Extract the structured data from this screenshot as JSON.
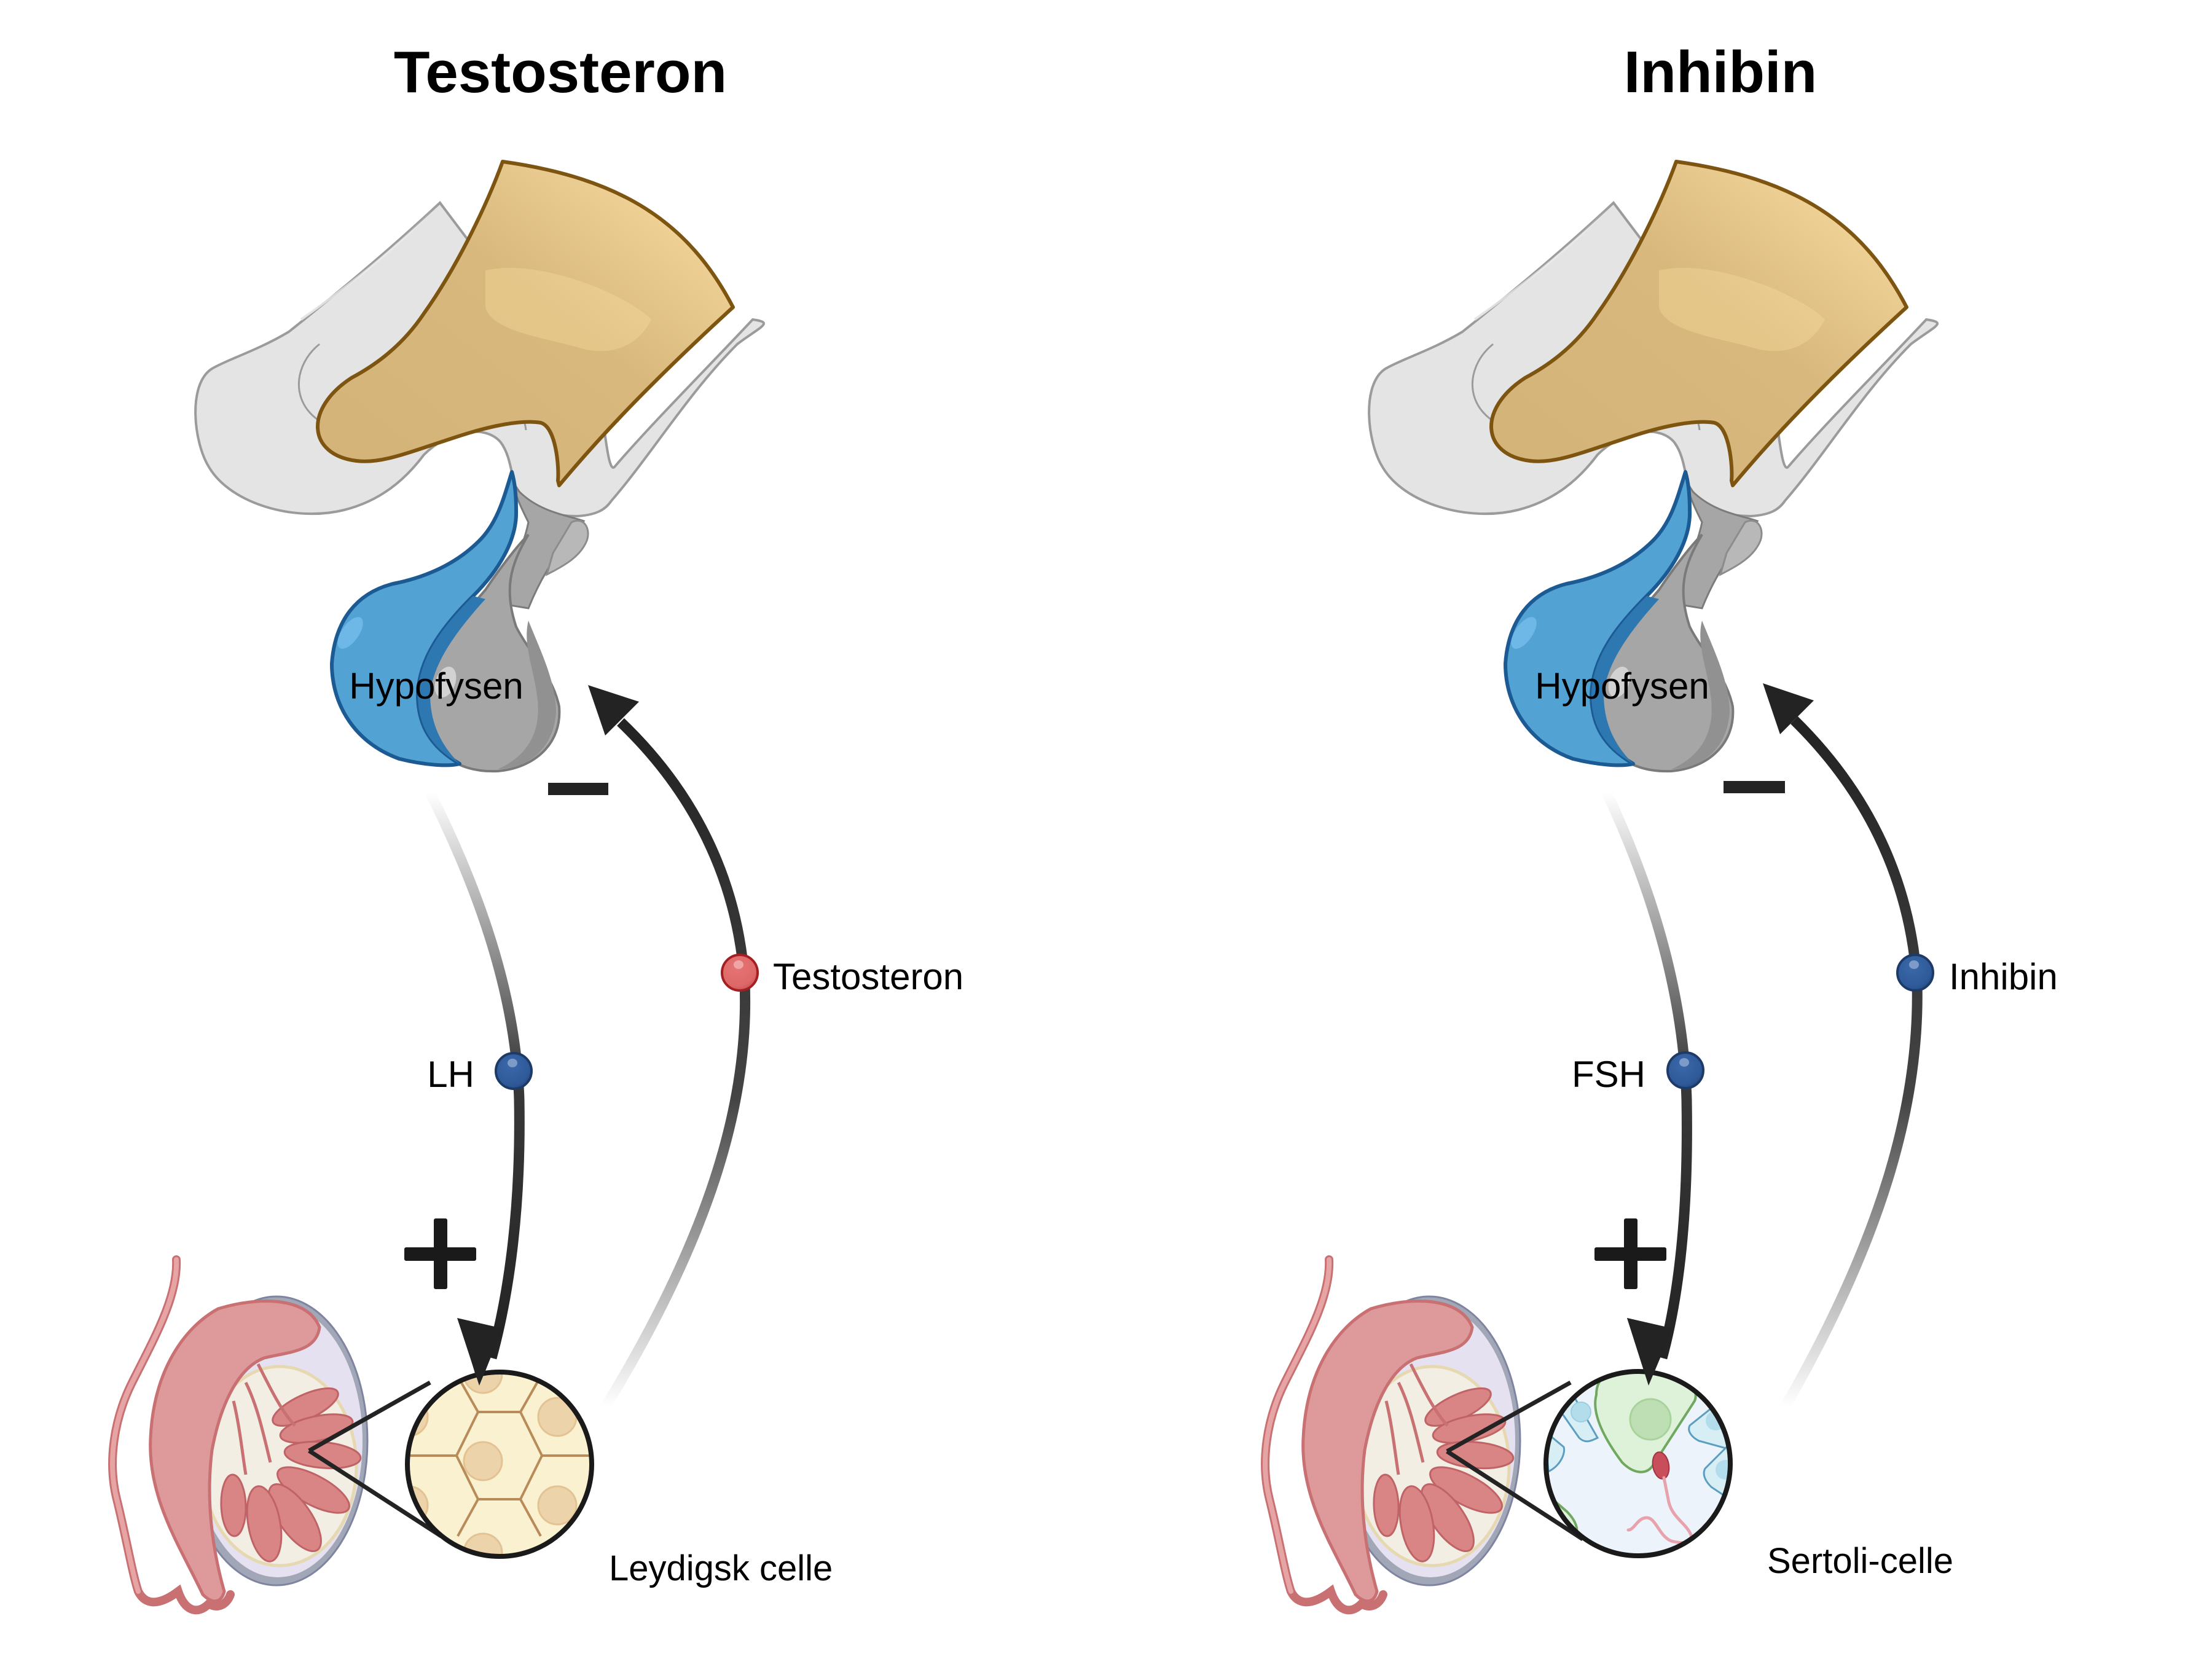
{
  "panels": [
    {
      "title": "Testosteron",
      "gland_label": "Hypofysen",
      "stimulating_hormone": "LH",
      "feedback_hormone": "Testosteron",
      "feedback_hormone_color": "#E06A6A",
      "stimulating_hormone_color": "#2F5A9A",
      "stimulation_sign": "+",
      "inhibition_sign": "−",
      "target_cell_label": "Leydigsk celle",
      "target_cell_type": "leydig"
    },
    {
      "title": "Inhibin",
      "gland_label": "Hypofysen",
      "stimulating_hormone": "FSH",
      "feedback_hormone": "Inhibin",
      "feedback_hormone_color": "#2F5A9A",
      "stimulating_hormone_color": "#2F5A9A",
      "stimulation_sign": "+",
      "inhibition_sign": "−",
      "target_cell_label": "Sertoli-celle",
      "target_cell_type": "sertoli"
    }
  ],
  "colors": {
    "arrow": "#232323",
    "hypothalamus_fill": "#D5B57B",
    "hypothalamus_light": "#FDDFA4",
    "hypothalamus_stroke": "#7D5511",
    "brain_tissue": "#E4E4E4",
    "anterior_pituitary": "#52A2D4",
    "anterior_pituitary_stroke": "#1C5A93",
    "posterior_pituitary": "#A6A6A6",
    "testis_pink": "#DE9A9A",
    "testis_dark_pink": "#C87072",
    "tunica": "#A2A7B8",
    "leydig_fill": "#FAF1D0",
    "leydig_nucleus": "#EDD3AA",
    "sertoli_fill": "#DDF2D9",
    "sertoli_bg": "#ECF3FB"
  }
}
